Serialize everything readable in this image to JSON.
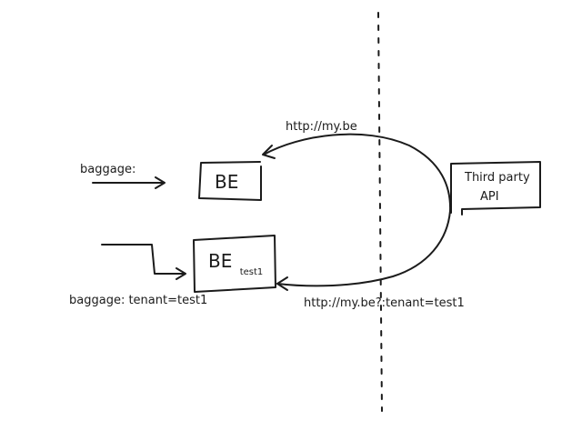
{
  "diagram": {
    "node_be": "BE",
    "node_be_test": {
      "main": "BE",
      "subscript": "test1"
    },
    "node_third_party": {
      "line1": "Third party",
      "line2": "API"
    },
    "label_top_url": "http://my.be",
    "label_bottom_url": "http://my.be?:tenant=test1",
    "label_baggage_top": "baggage:",
    "label_baggage_bottom": "baggage: tenant=test1"
  }
}
